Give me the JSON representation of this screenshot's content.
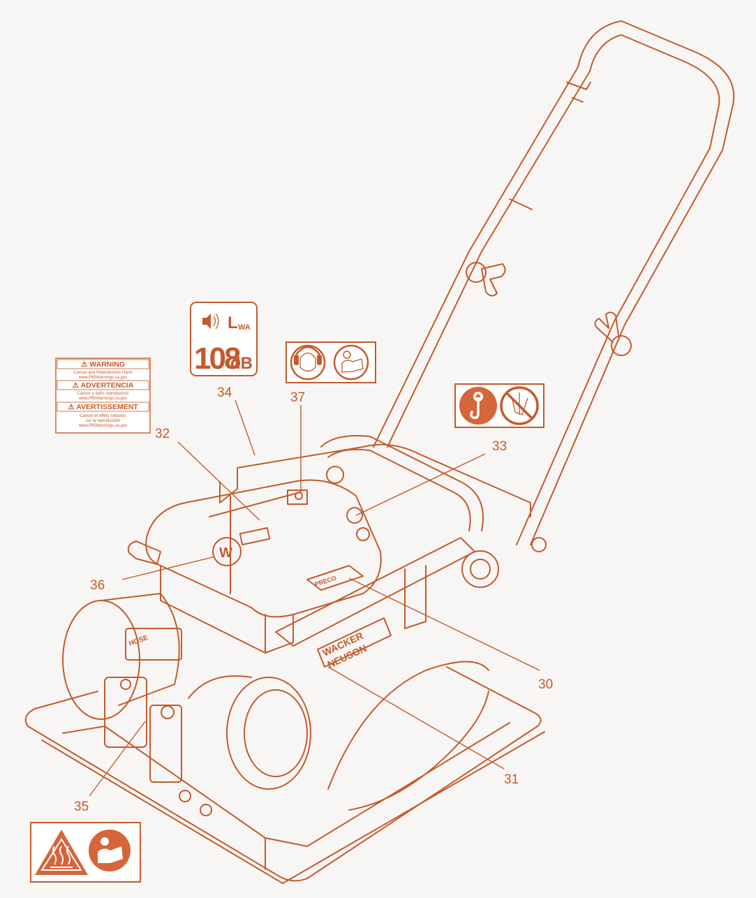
{
  "colors": {
    "line": "#c45a2c",
    "fill": "#d5653a",
    "background": "#f7f6f4"
  },
  "callouts": [
    "30",
    "31",
    "32",
    "33",
    "34",
    "35",
    "36",
    "37"
  ],
  "decals": {
    "warning": {
      "header_en": "⚠ WARNING",
      "body_en_1": "Cancer and Reproductive Harm",
      "body_en_2": "www.P65Warnings.ca.gov",
      "header_es": "⚠ ADVERTENCIA",
      "body_es_1": "Cáncer y daño reproductivo",
      "body_es_2": "www.P65Warnings.ca.gov",
      "header_fr": "⚠ AVERTISSEMENT",
      "body_fr_1": "Cancer et effets néfastes",
      "body_fr_2": "sur la reproduction",
      "body_fr_3": "www.P65Warnings.ca.gov"
    },
    "sound": {
      "label": "L",
      "label_sub": "WA",
      "value": "108",
      "unit": "dB",
      "icon": "speaker-icon"
    },
    "ppe": {
      "icons": [
        "ear-protection-icon",
        "read-manual-icon"
      ]
    },
    "lift": {
      "icons": [
        "lift-point-icon",
        "no-lift-icon"
      ]
    },
    "hot": {
      "icons": [
        "hot-surface-icon",
        "read-manual-icon"
      ]
    }
  },
  "machine": {
    "brand_line1": "WACKER",
    "brand_line2": "NEUSON"
  }
}
